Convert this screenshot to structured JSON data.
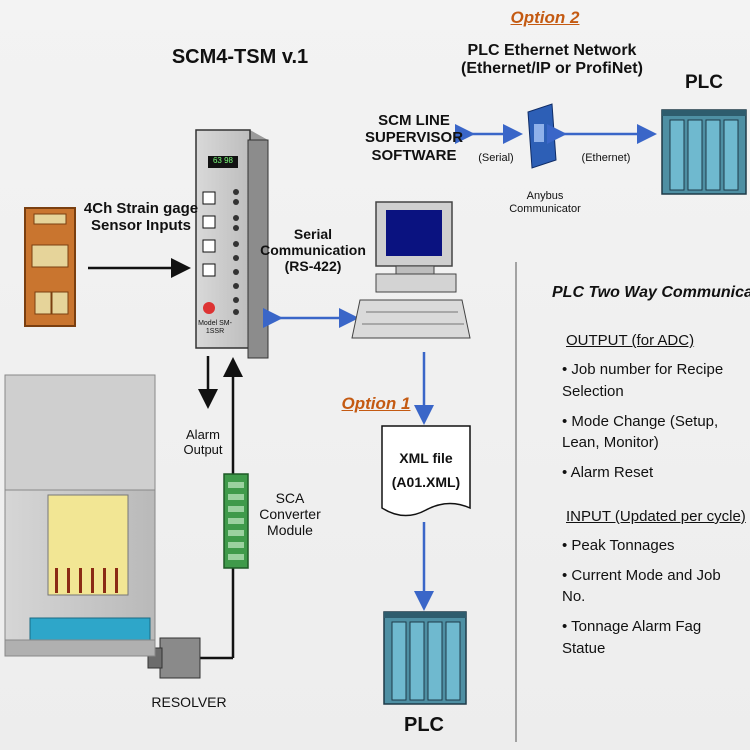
{
  "diagram": {
    "title": "SCM4-TSM  v.1",
    "option1_label": "Option 1",
    "option2_label": "Option 2",
    "plc_network_line1": "PLC Ethernet Network",
    "plc_network_line2": "(Ethernet/IP or ProfiNet)",
    "plc_top": "PLC",
    "plc_bottom": "PLC",
    "software_line1": "SCM LINE",
    "software_line2": "SUPERVISOR",
    "software_line3": "SOFTWARE",
    "serial_small": "(Serial)",
    "ethernet_small": "(Ethernet)",
    "anybus_line1": "Anybus",
    "anybus_line2": "Communicator",
    "strain_line1": "4Ch Strain gage",
    "strain_line2": "Sensor Inputs",
    "serial_comm_line1": "Serial",
    "serial_comm_line2": "Communication",
    "serial_comm_line3": "(RS-422)",
    "alarm_line1": "Alarm",
    "alarm_line2": "Output",
    "sca_line1": "SCA",
    "sca_line2": "Converter",
    "sca_line3": "Module",
    "resolver": "RESOLVER",
    "xml_line1": "XML file",
    "xml_line2": "(A01.XML)",
    "device_display": "63 98",
    "device_tag": "Model SM-1SSR"
  },
  "panel": {
    "title": "PLC Two Way Communication",
    "output_heading": "OUTPUT (for ADC)",
    "output_items": [
      "• Job number for Recipe Selection",
      "• Mode Change (Setup, Lean, Monitor)",
      "• Alarm Reset"
    ],
    "input_heading": "INPUT (Updated per cycle)",
    "input_items": [
      "• Peak Tonnages",
      "• Current Mode and Job No.",
      "• Tonnage Alarm Fag Statue"
    ]
  },
  "colors": {
    "accent_orange": "#c45a12",
    "link_blue": "#3a66c8",
    "plc_teal": "#5aa3b8",
    "module_green": "#3f9a4a"
  }
}
